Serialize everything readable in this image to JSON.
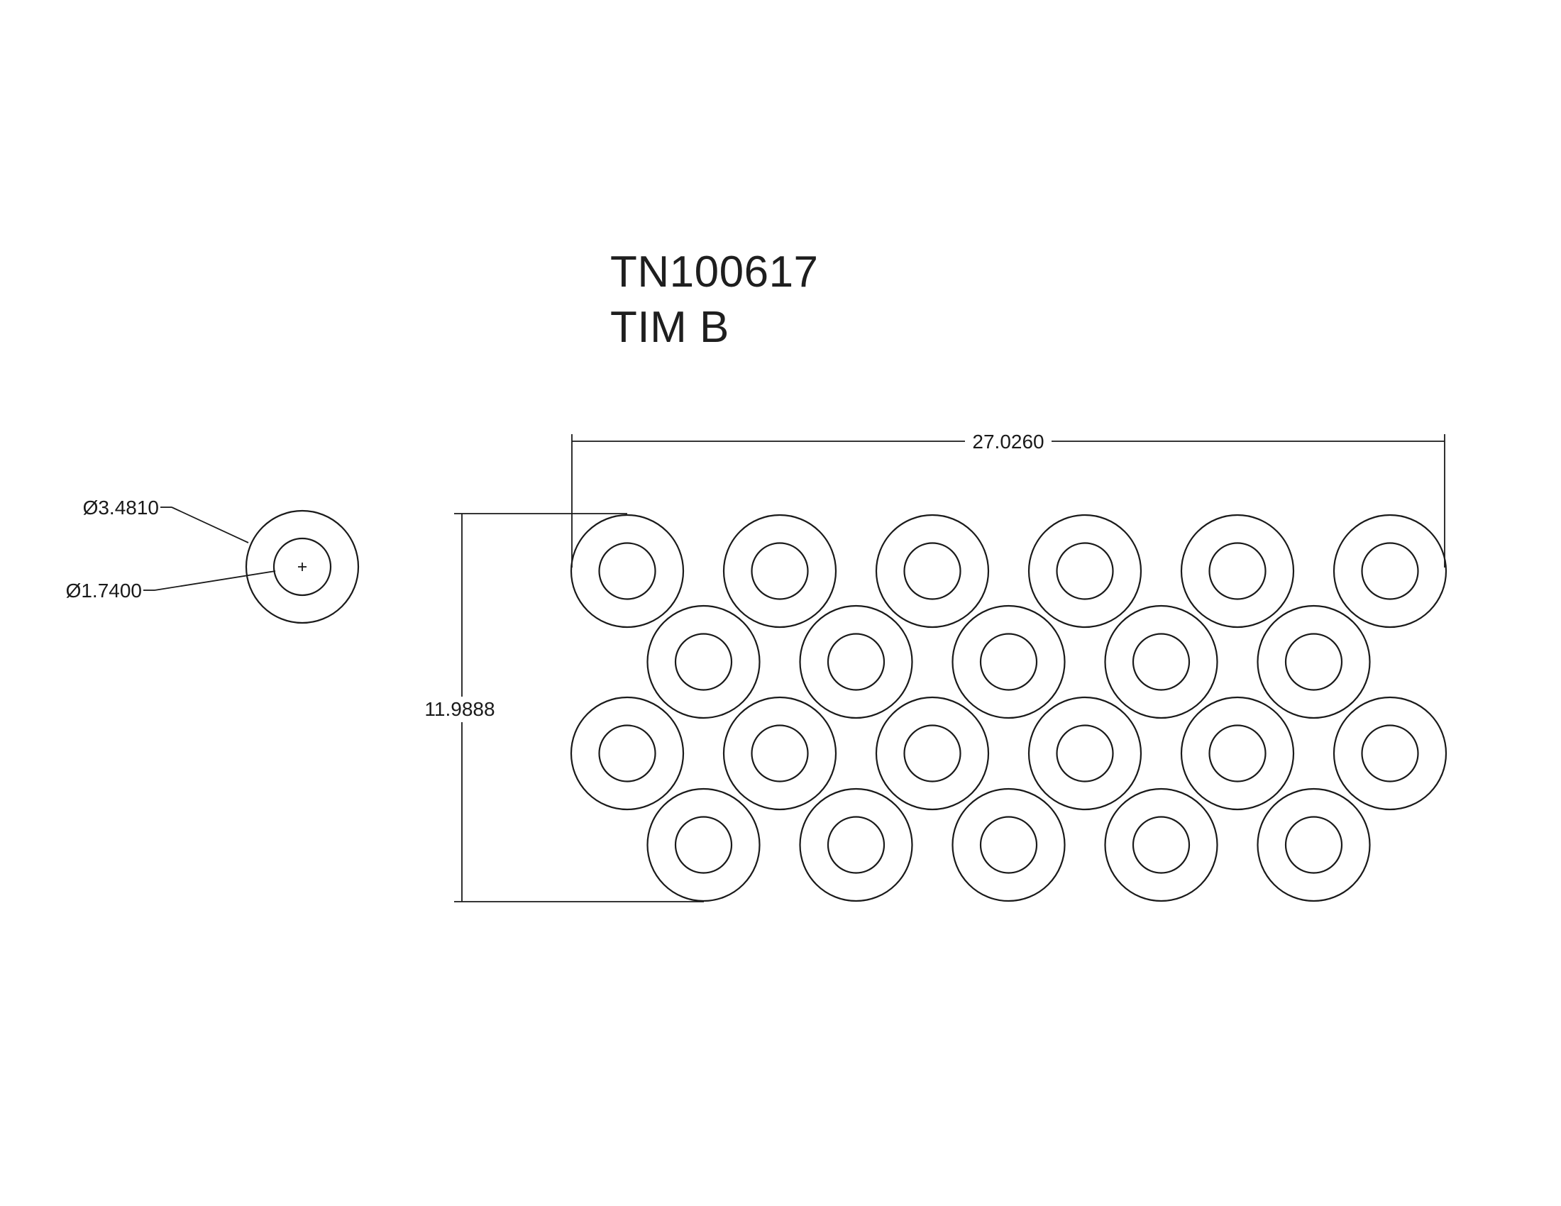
{
  "title": {
    "part_number": "TN100617",
    "name": "TIM B"
  },
  "detail": {
    "outer_diameter_label": "Ø3.4810",
    "inner_diameter_label": "Ø1.7400",
    "outer_diameter": 3.481,
    "inner_diameter": 1.74
  },
  "array": {
    "width_label": "27.0260",
    "height_label": "11.9888",
    "width": 27.026,
    "height": 11.9888,
    "rows": [
      6,
      5,
      6,
      5
    ]
  },
  "colors": {
    "line": "#1a1a1a",
    "text": "#1e1e1e",
    "background": "#ffffff"
  }
}
